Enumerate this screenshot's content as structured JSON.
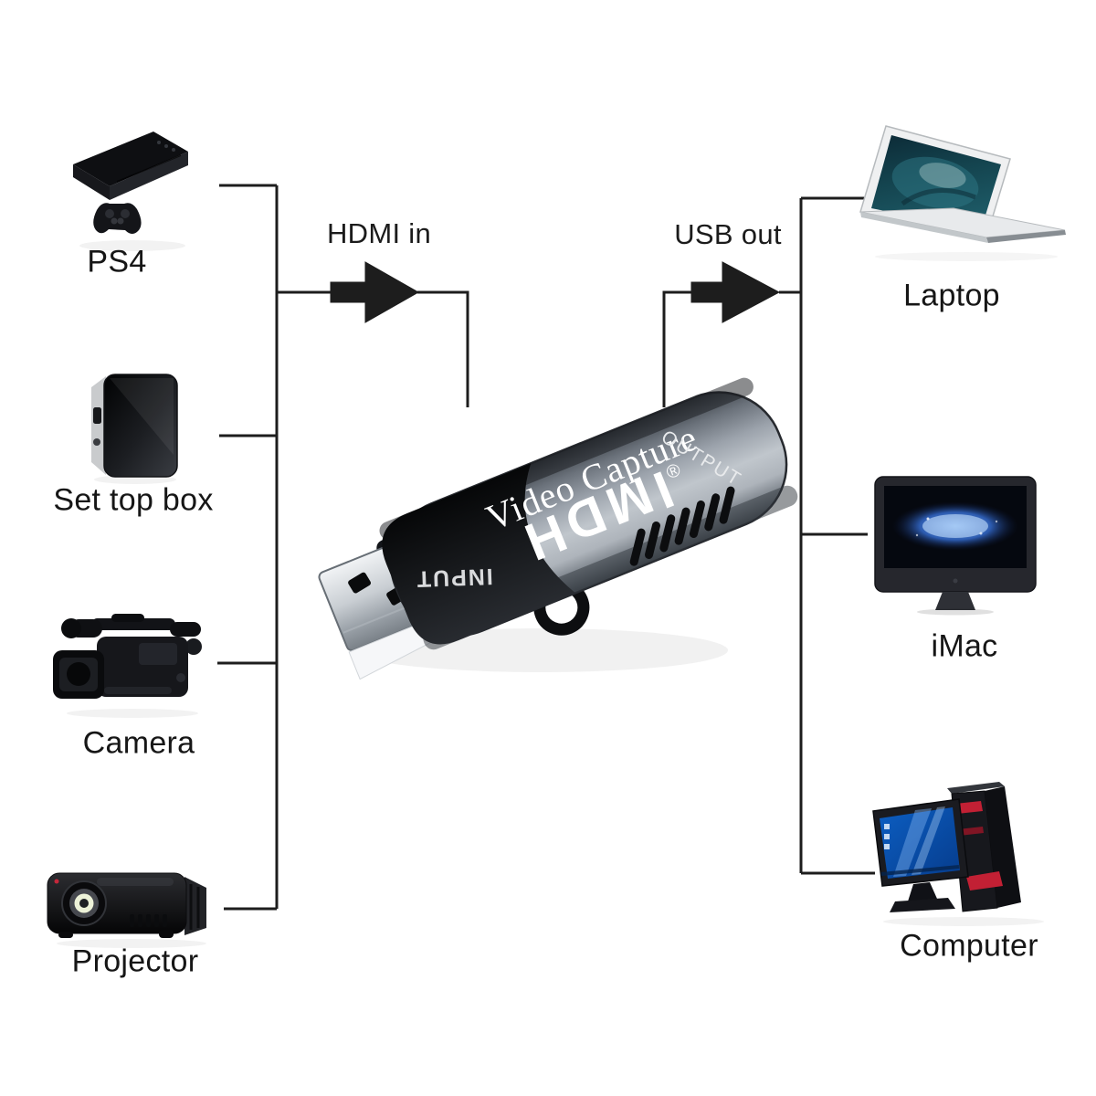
{
  "page": {
    "background": "#ffffff",
    "line_color": "#1d1d1d",
    "text_color": "#161616"
  },
  "connections": {
    "input_arrow_label": "HDMI in",
    "output_arrow_label": "USB out"
  },
  "sources": [
    {
      "id": "ps4",
      "label": "PS4"
    },
    {
      "id": "set-top-box",
      "label": "Set top box"
    },
    {
      "id": "camera",
      "label": "Camera"
    },
    {
      "id": "projector",
      "label": "Projector"
    }
  ],
  "destinations": [
    {
      "id": "laptop",
      "label": "Laptop"
    },
    {
      "id": "imac",
      "label": "iMac"
    },
    {
      "id": "computer",
      "label": "Computer"
    }
  ],
  "device": {
    "name_text": "Video Capture",
    "logo_glyphs": [
      "H",
      "D",
      "M",
      "I"
    ],
    "trademark_symbol": "®",
    "output_port_label": "OUTPUT",
    "input_port_label": "INPUT",
    "body_color": "#a6adb5",
    "accent_dark": "#121316"
  }
}
